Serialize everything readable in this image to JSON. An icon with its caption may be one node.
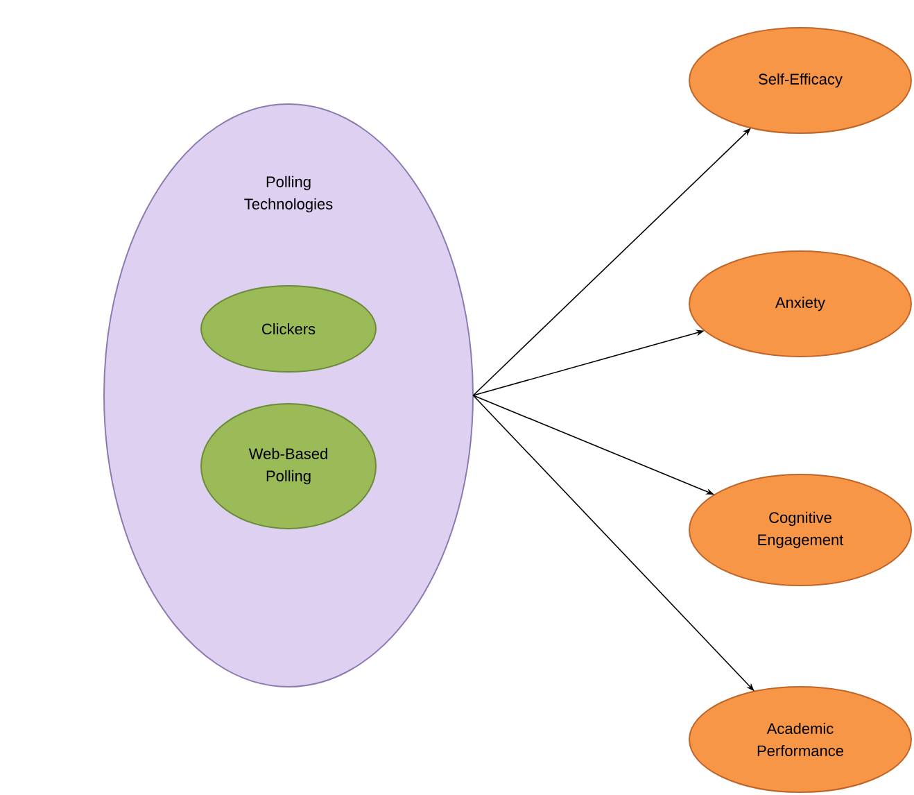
{
  "diagram": {
    "nodes": [
      {
        "text": [
          "Polling Technologies"
        ]
      },
      {
        "text": [
          "Clickers"
        ],
        "in": 0
      },
      {
        "text": [
          "Web-Based Polling"
        ],
        "in": 0
      },
      {
        "text": [
          "Self-Efficacy"
        ]
      },
      {
        "text": [
          "Anxiety"
        ]
      },
      {
        "text": [
          "Cognitive Engagement"
        ]
      },
      {
        "text": [
          "Academic Performance"
        ]
      }
    ],
    "edges": [
      {
        "from": 0,
        "to": 3,
        "arrow": "to"
      },
      {
        "from": 0,
        "to": 4,
        "arrow": "to"
      },
      {
        "from": 0,
        "to": 5,
        "arrow": "to"
      },
      {
        "from": 0,
        "to": 6,
        "arrow": "to"
      }
    ]
  }
}
